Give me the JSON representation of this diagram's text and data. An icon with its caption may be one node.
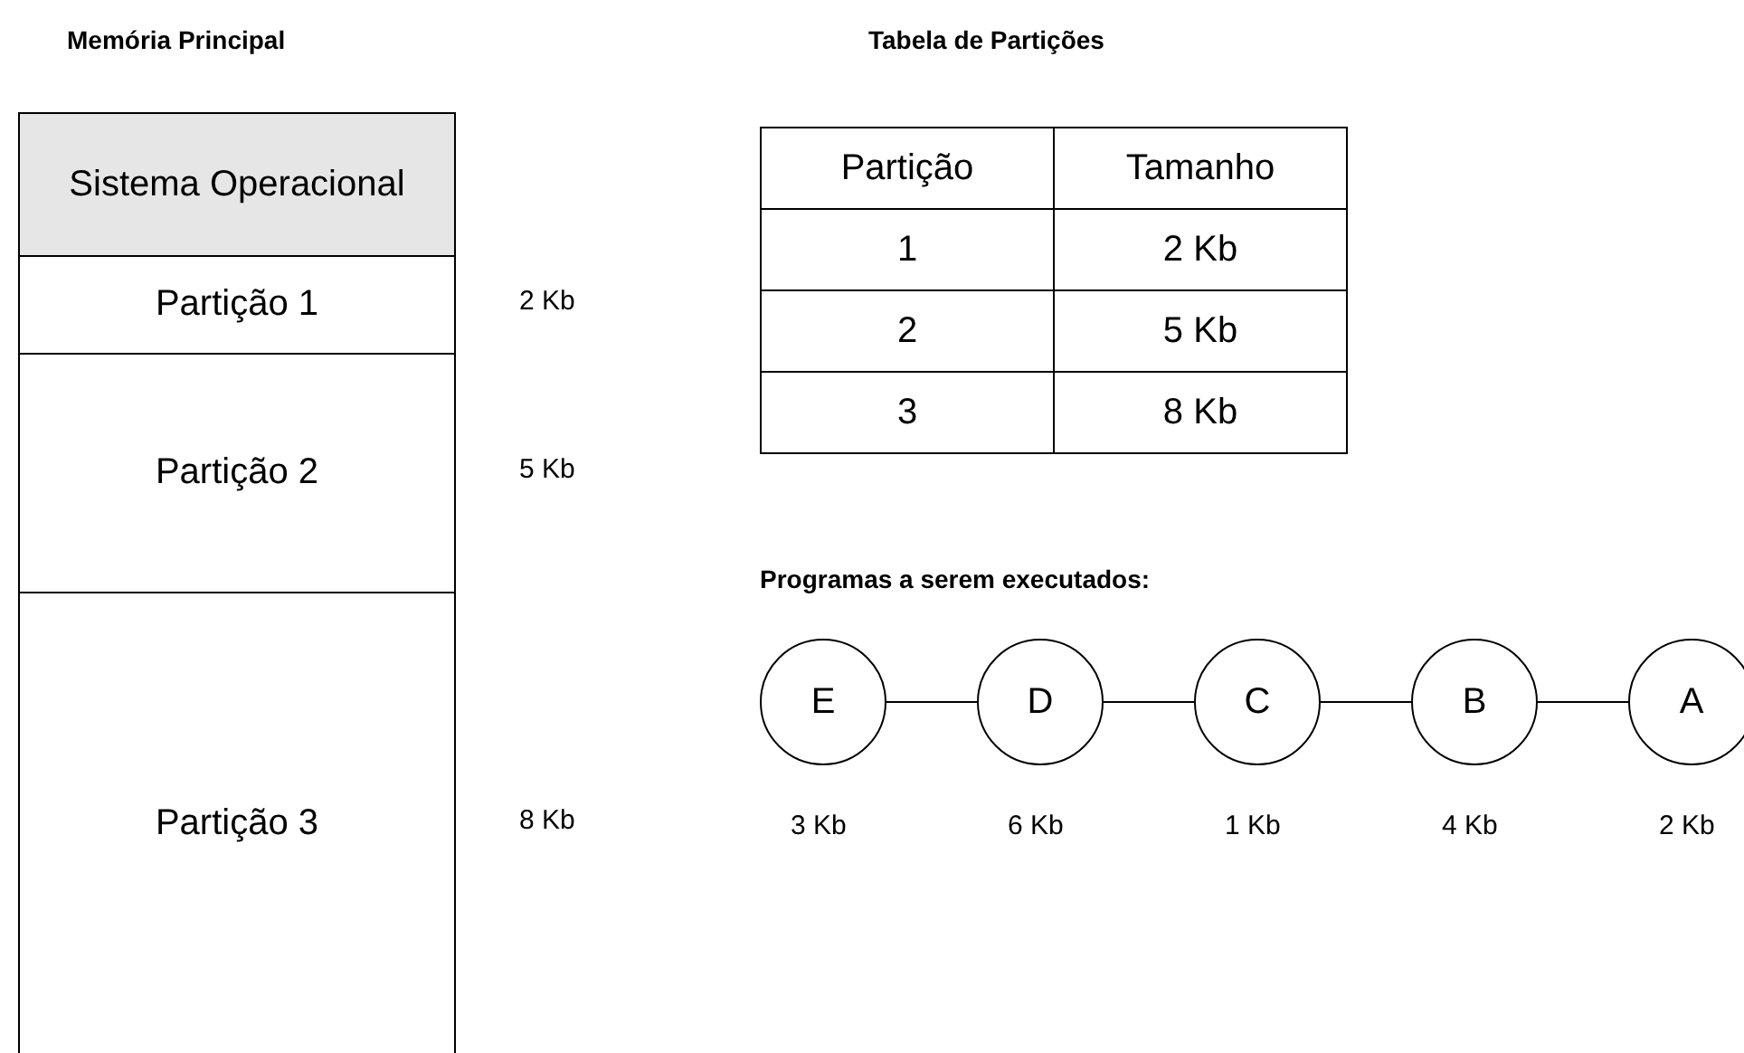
{
  "diagram": {
    "nodes": [
      {
        "text": [
          "Memória Principal"
        ]
      },
      {
        "text": [
          "Sistema Operacional"
        ],
        "in": 0
      },
      {
        "text": [
          "Partição 1"
        ],
        "in": 0,
        "beside": [
          "2 Kb"
        ]
      },
      {
        "text": [
          "Partição 2"
        ],
        "in": 0,
        "beside": [
          "5 Kb"
        ]
      },
      {
        "text": [
          "Partição 3"
        ],
        "in": 0,
        "beside": [
          "8 Kb"
        ]
      },
      {
        "text": [
          "E"
        ],
        "beside": [
          "3 Kb"
        ]
      },
      {
        "text": [
          "D"
        ],
        "beside": [
          "6 Kb"
        ]
      },
      {
        "text": [
          "C"
        ],
        "beside": [
          "1 Kb"
        ]
      },
      {
        "text": [
          "B"
        ],
        "beside": [
          "4 Kb"
        ]
      },
      {
        "text": [
          "A"
        ],
        "beside": [
          "2 Kb"
        ]
      }
    ],
    "edges": [
      {
        "from": 5,
        "to": 6,
        "arrow": "none"
      },
      {
        "from": 6,
        "to": 7,
        "arrow": "none"
      },
      {
        "from": 7,
        "to": 8,
        "arrow": "none"
      },
      {
        "from": 8,
        "to": 9,
        "arrow": "none"
      }
    ],
    "labels": [
      "Tabela de Partições",
      "Partição",
      "Tamanho",
      "1",
      "2 Kb",
      "2",
      "5 Kb",
      "3",
      "8 Kb",
      "Programas a serem executados:"
    ]
  }
}
